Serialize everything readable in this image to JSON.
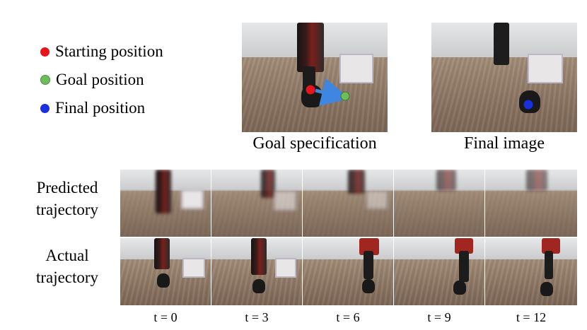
{
  "legend": [
    {
      "label": "Starting position",
      "color": "#e8141b"
    },
    {
      "label": "Goal position",
      "color": "#6dbd5a"
    },
    {
      "label": "Final position",
      "color": "#1a2fe0"
    }
  ],
  "top": {
    "goal_caption": "Goal specification",
    "final_caption": "Final image"
  },
  "rows": {
    "predicted": {
      "line1": "Predicted",
      "line2": "trajectory"
    },
    "actual": {
      "line1": "Actual",
      "line2": "trajectory"
    }
  },
  "timesteps": [
    "t = 0",
    "t = 3",
    "t = 6",
    "t = 9",
    "t = 12"
  ],
  "colors": {
    "arrow": "#3f86e0"
  }
}
